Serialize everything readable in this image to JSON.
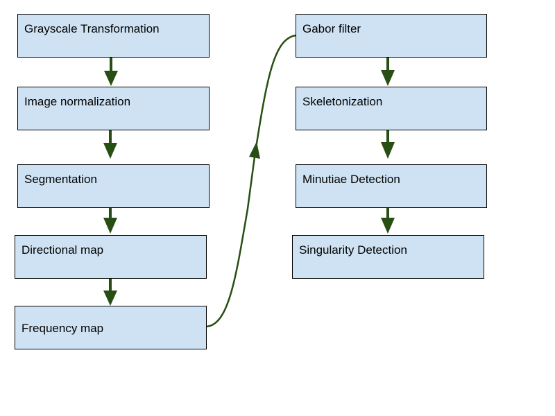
{
  "diagram": {
    "colors": {
      "node_fill": "#cfe2f3",
      "node_border": "#000000",
      "connector": "#274e13"
    },
    "nodes": [
      {
        "id": "grayscale",
        "label": "Grayscale Transformation"
      },
      {
        "id": "normalization",
        "label": "Image normalization"
      },
      {
        "id": "segmentation",
        "label": "Segmentation"
      },
      {
        "id": "directional",
        "label": "Directional map"
      },
      {
        "id": "frequency",
        "label": "Frequency map"
      },
      {
        "id": "gabor",
        "label": "Gabor filter"
      },
      {
        "id": "skeleton",
        "label": "Skeletonization"
      },
      {
        "id": "minutiae",
        "label": "Minutiae Detection"
      },
      {
        "id": "singularity",
        "label": "Singularity Detection"
      }
    ],
    "edges": [
      {
        "from": "grayscale",
        "to": "normalization"
      },
      {
        "from": "normalization",
        "to": "segmentation"
      },
      {
        "from": "segmentation",
        "to": "directional"
      },
      {
        "from": "directional",
        "to": "frequency"
      },
      {
        "from": "frequency",
        "to": "gabor"
      },
      {
        "from": "gabor",
        "to": "skeleton"
      },
      {
        "from": "skeleton",
        "to": "minutiae"
      },
      {
        "from": "minutiae",
        "to": "singularity"
      }
    ]
  }
}
